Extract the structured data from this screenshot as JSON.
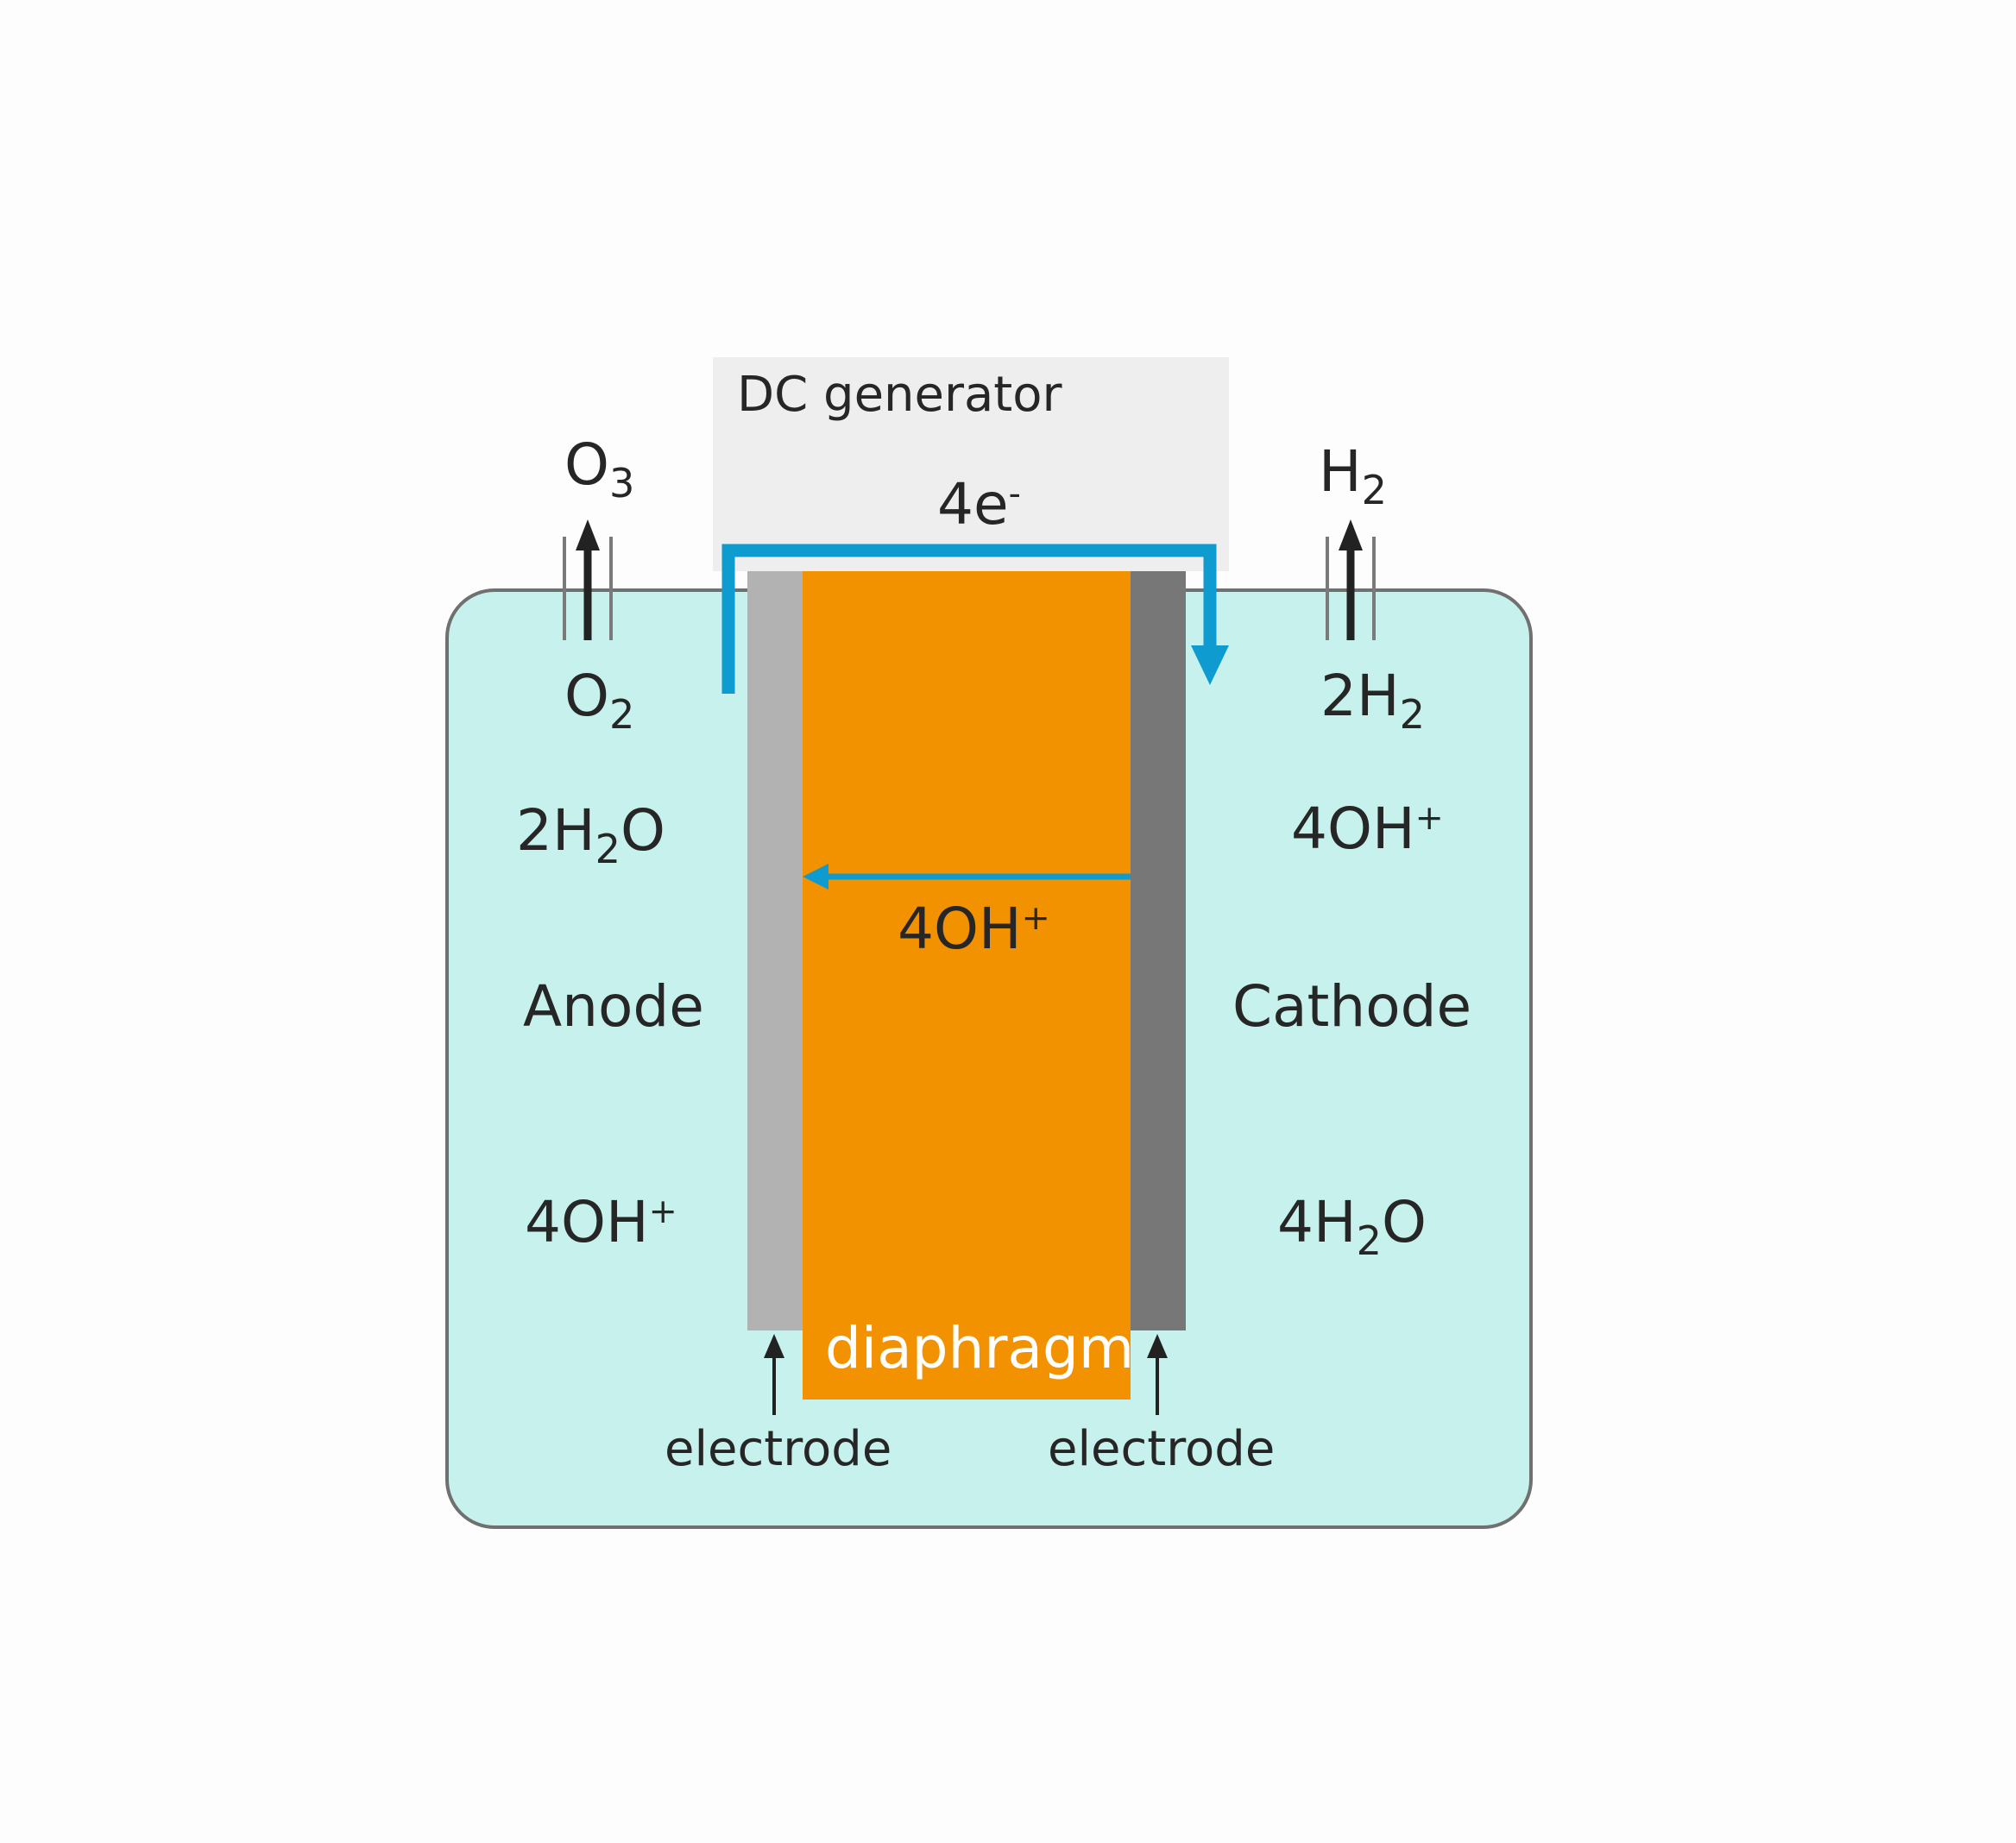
{
  "colors": {
    "tank_fill": "#c6f1ec",
    "tank_stroke": "#707070",
    "generator_box": "#eeeeee",
    "anode_electrode": "#b2b2b2",
    "cathode_electrode": "#777777",
    "diaphragm": "#f39200",
    "flow_arrow": "#0e9cd0",
    "gas_arrow": "#222222"
  },
  "generator": {
    "label": "DC generator"
  },
  "electron_flow": {
    "base": "4e",
    "sup": "-"
  },
  "outlets": {
    "left": {
      "base": "O",
      "sub": "3"
    },
    "right": {
      "base": "H",
      "sub": "2"
    }
  },
  "anode_side": {
    "gas": {
      "base": "O",
      "sub": "2"
    },
    "water": {
      "pre": "2H",
      "sub": "2",
      "post": "O"
    },
    "label": "Anode",
    "ion": {
      "base": "4OH",
      "sup": "+"
    }
  },
  "cathode_side": {
    "gas": {
      "pre": "2H",
      "sub": "2"
    },
    "ion": {
      "base": "4OH",
      "sup": "+"
    },
    "label": "Cathode",
    "water": {
      "pre": "4H",
      "sub": "2",
      "post": "O"
    }
  },
  "diaphragm": {
    "ion": {
      "base": "4OH",
      "sup": "+"
    },
    "label": "diaphragm"
  },
  "electrodes": {
    "left_label": "electrode",
    "right_label": "electrode"
  }
}
